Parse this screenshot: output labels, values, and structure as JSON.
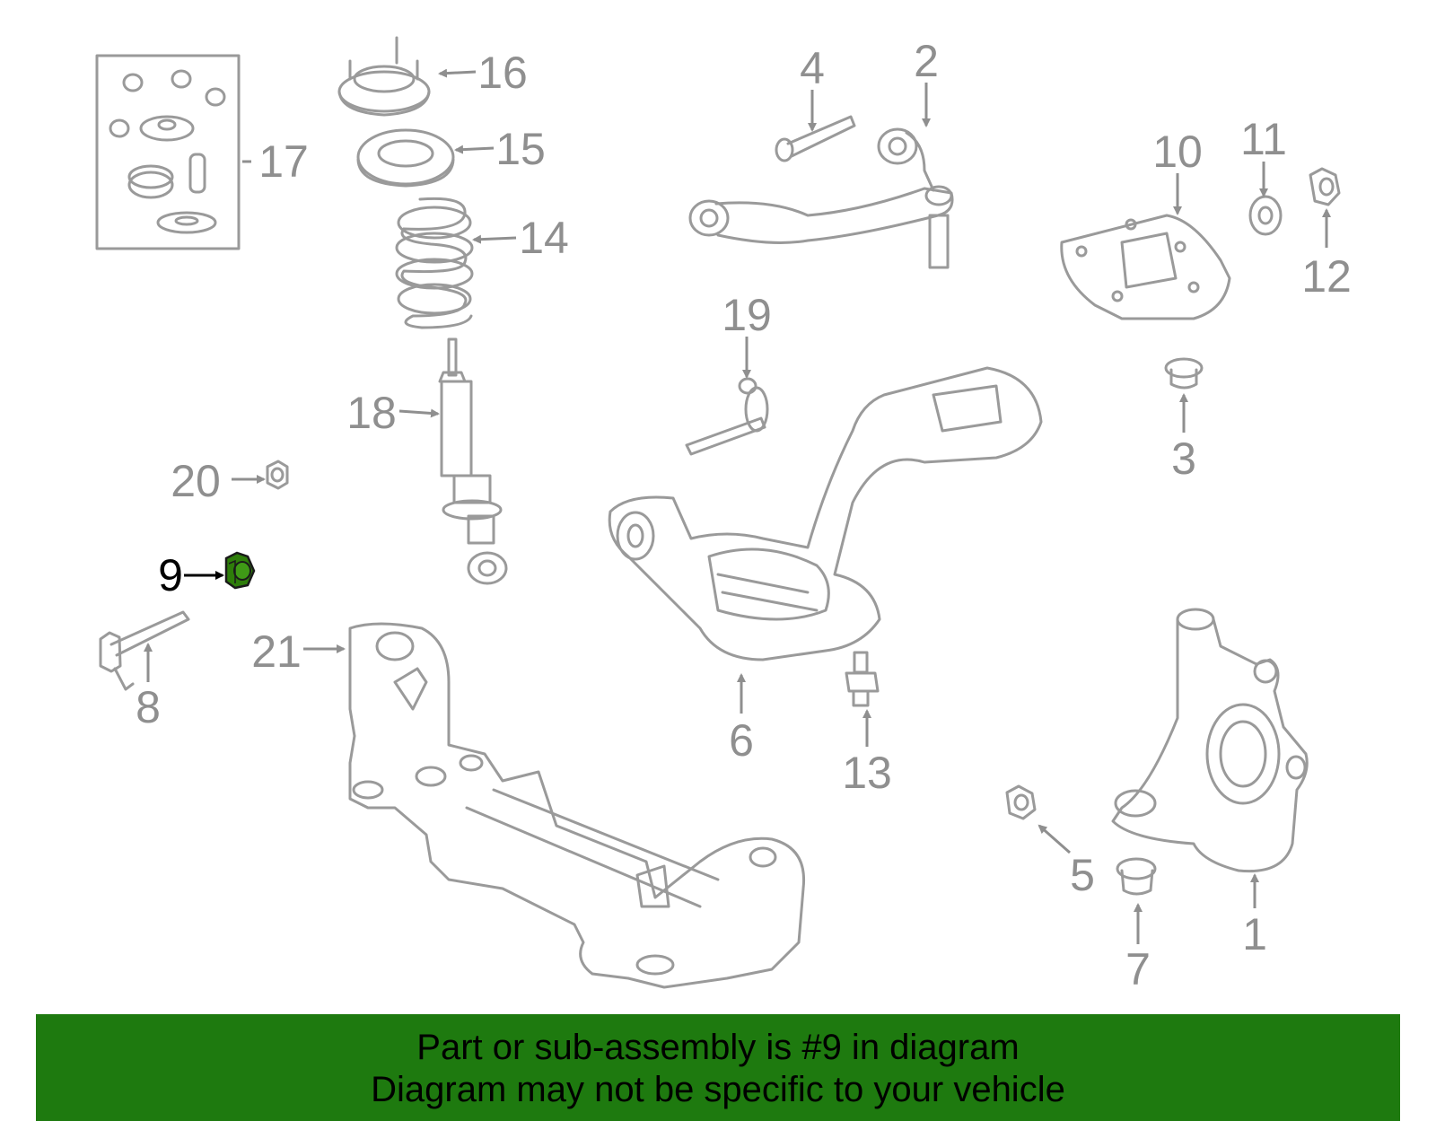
{
  "callouts": [
    {
      "id": "1",
      "text": "1"
    },
    {
      "id": "2",
      "text": "2"
    },
    {
      "id": "3",
      "text": "3"
    },
    {
      "id": "4",
      "text": "4"
    },
    {
      "id": "5",
      "text": "5"
    },
    {
      "id": "6",
      "text": "6"
    },
    {
      "id": "7",
      "text": "7"
    },
    {
      "id": "8",
      "text": "8"
    },
    {
      "id": "9",
      "text": "9"
    },
    {
      "id": "10",
      "text": "10"
    },
    {
      "id": "11",
      "text": "11"
    },
    {
      "id": "12",
      "text": "12"
    },
    {
      "id": "13",
      "text": "13"
    },
    {
      "id": "14",
      "text": "14"
    },
    {
      "id": "15",
      "text": "15"
    },
    {
      "id": "16",
      "text": "16"
    },
    {
      "id": "17",
      "text": "17"
    },
    {
      "id": "18",
      "text": "18"
    },
    {
      "id": "19",
      "text": "19"
    },
    {
      "id": "20",
      "text": "20"
    },
    {
      "id": "21",
      "text": "21"
    }
  ],
  "highlight": {
    "part": "9",
    "color": "#2e7d0a"
  },
  "banner": {
    "line1": "Part or sub-assembly is #9 in diagram",
    "line2": "Diagram may not be specific to your vehicle",
    "background": "#1e7a0f"
  }
}
